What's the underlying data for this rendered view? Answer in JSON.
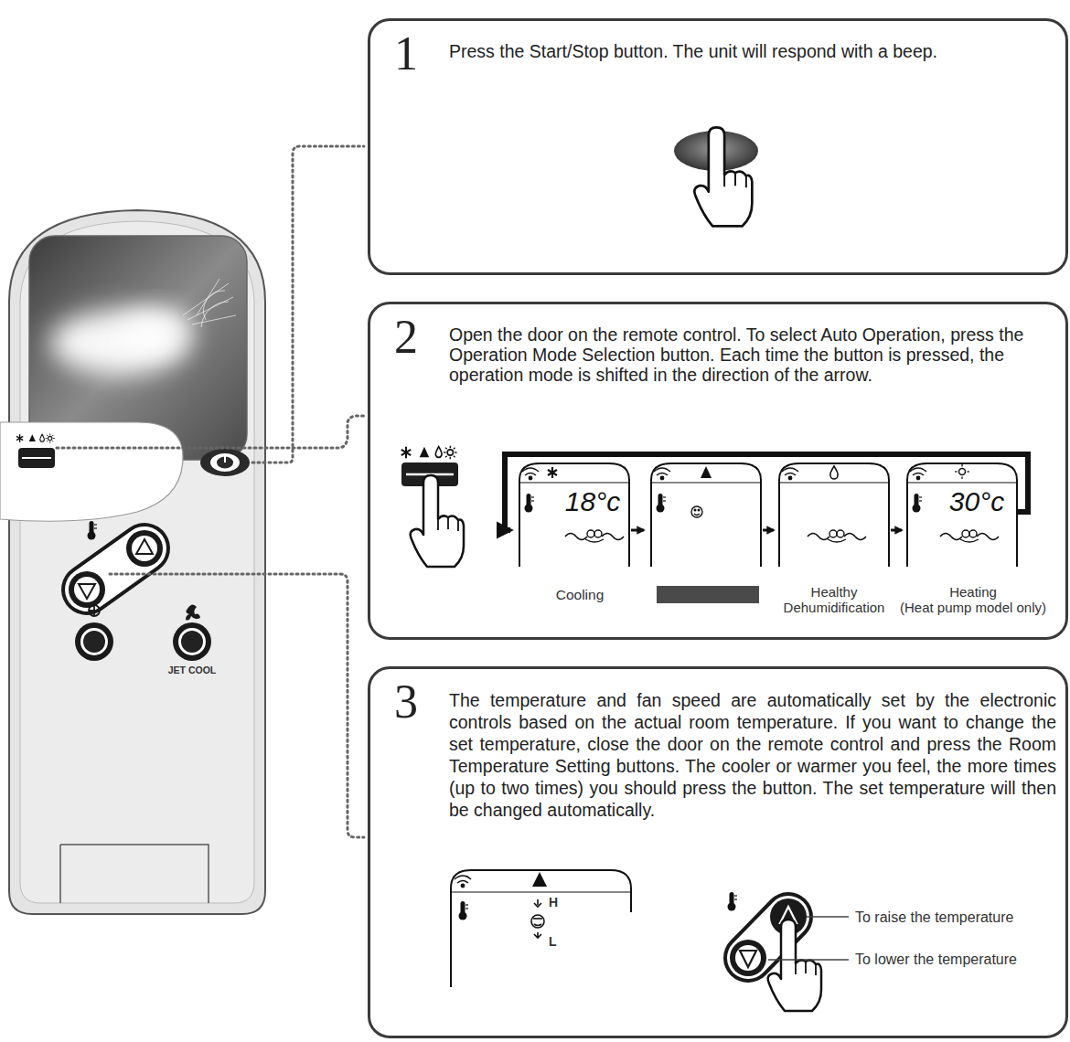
{
  "diagram": {
    "nodes": [
      {
        "text": [
          "1",
          "Press the Start/Stop button. The unit will respond with a beep."
        ]
      },
      {
        "text": [
          "2",
          "Open the door on the remote control. To select Auto Operation, press the Operation Mode Selection button. Each time the button is pressed, the operation mode is shifted in the direction of the arrow."
        ]
      },
      {
        "text": [
          "3",
          "The temperature and fan speed are automatically set by the electronic controls based on the actual room temperature. If you want to change the set temperature, close the door on the remote control and press the Room Temperature Setting buttons. The cooler or warmer you feel, the more times (up to two times) you should press the button. The set temperature will then be changed automatically."
        ]
      }
    ],
    "labels": [
      "18°c",
      "30°c",
      "Cooling",
      "Healthy Dehumidification",
      "Heating",
      "(Heat pump model only)",
      "H",
      "L",
      "To raise the temperature",
      "To lower the temperature",
      "JET COOL"
    ]
  }
}
